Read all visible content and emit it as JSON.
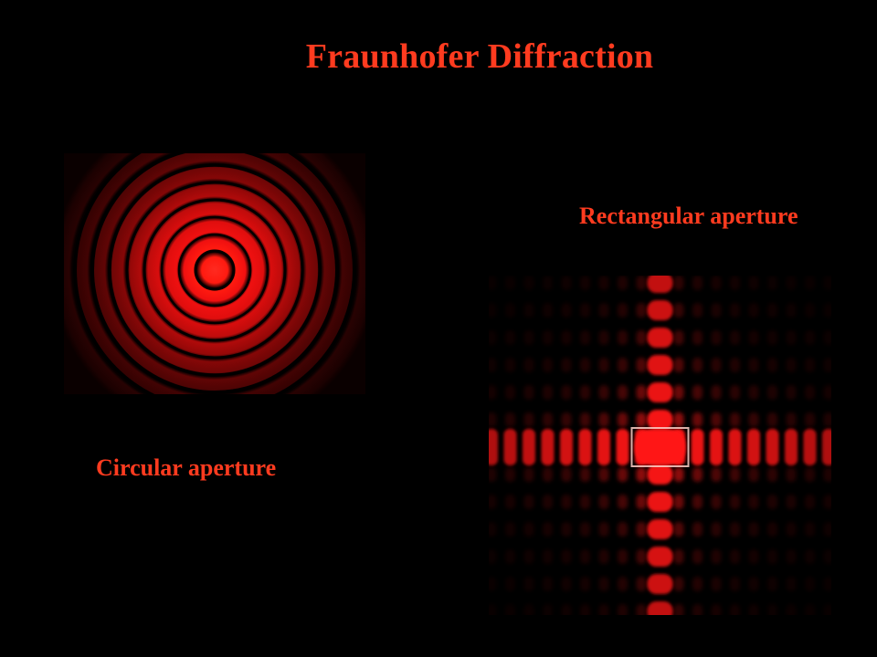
{
  "slide": {
    "title": "Fraunhofer Diffraction",
    "labels": {
      "rectangular": "Rectangular aperture",
      "circular": "Circular aperture"
    }
  },
  "colors": {
    "background": "#000000",
    "text": "#ff3b1f",
    "pattern": "#ff1414"
  }
}
